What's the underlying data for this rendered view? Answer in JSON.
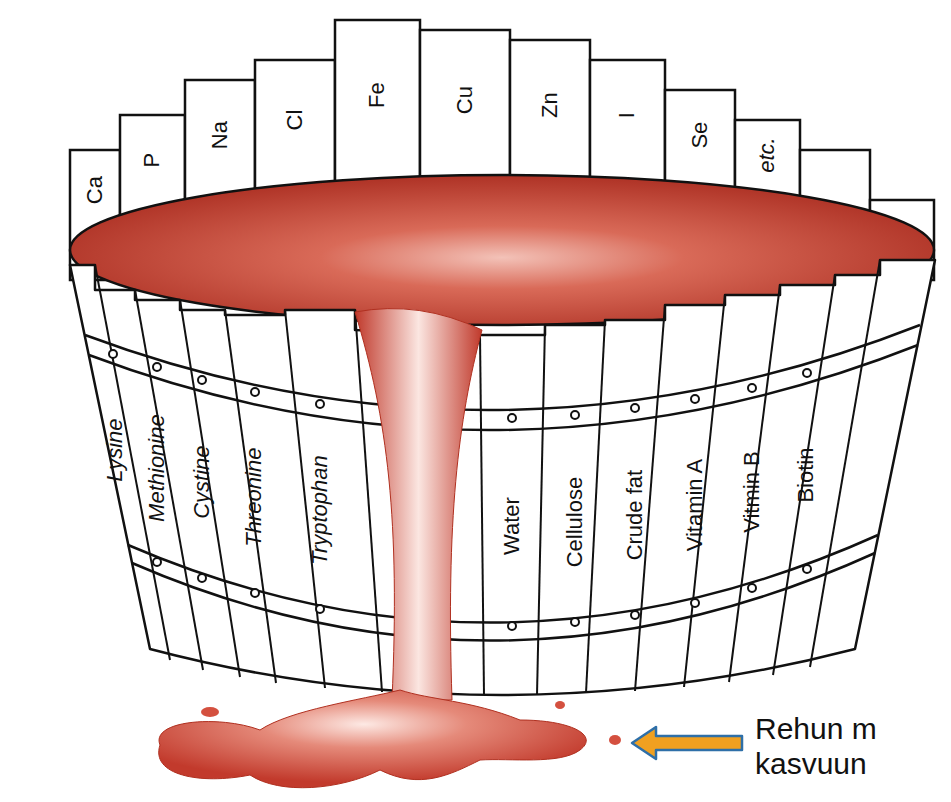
{
  "diagram": {
    "labels": [
      "Ca",
      "P",
      "Na",
      "Cl",
      "Fe",
      "Cu",
      "Zn",
      "I",
      "Se",
      "etc.",
      "Lysine",
      "Methionine",
      "Cystine",
      "Threonine",
      "Tryptophan",
      "Water",
      "Cellulose",
      "Crude fat",
      "Vitamin A",
      "Vitmin B",
      "Biotin",
      "Rehun m kasvuun"
    ]
  }
}
